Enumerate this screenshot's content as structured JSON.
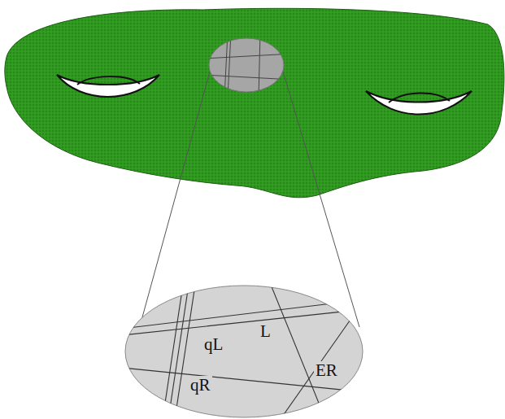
{
  "diagram": {
    "labels": [
      "qL",
      "L",
      "qR",
      "ER"
    ]
  }
}
